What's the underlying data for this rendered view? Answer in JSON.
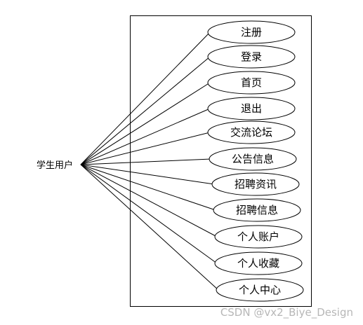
{
  "actor": {
    "label": "学生用户"
  },
  "use_cases": [
    {
      "id": "register",
      "label": "注册"
    },
    {
      "id": "login",
      "label": "登录"
    },
    {
      "id": "home",
      "label": "首页"
    },
    {
      "id": "logout",
      "label": "退出"
    },
    {
      "id": "forum",
      "label": "交流论坛"
    },
    {
      "id": "notice",
      "label": "公告信息"
    },
    {
      "id": "recruit-news",
      "label": "招聘资讯"
    },
    {
      "id": "recruit-info",
      "label": "招聘信息"
    },
    {
      "id": "account",
      "label": "个人账户"
    },
    {
      "id": "favorites",
      "label": "个人收藏"
    },
    {
      "id": "profile-center",
      "label": "个人中心"
    }
  ],
  "watermark": {
    "text": "CSDN @vx2_Biye_Design"
  },
  "colors": {
    "line": "#000000",
    "background": "#ffffff",
    "watermark": "#b7b7b7"
  }
}
